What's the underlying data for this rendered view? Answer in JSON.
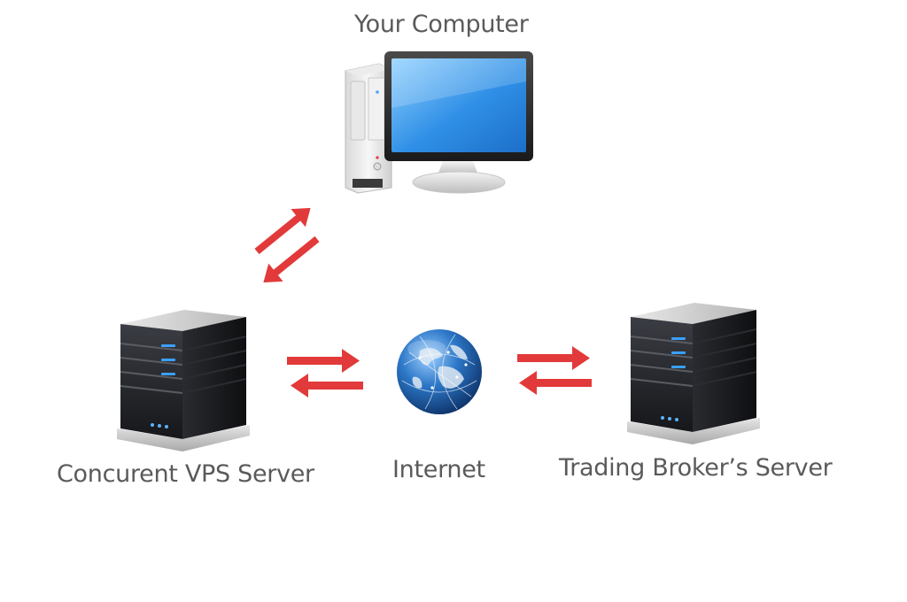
{
  "nodes": {
    "computer": {
      "label": "Your Computer"
    },
    "vps": {
      "label": "Concurent VPS Server"
    },
    "internet": {
      "label": "Internet"
    },
    "broker": {
      "label": "Trading Broker’s Server"
    }
  },
  "colors": {
    "arrow": "#e23a3a",
    "label_text": "#5a5a5a",
    "server_body": "#1f2024",
    "server_led": "#3aa0ff",
    "screen_blue": "#2f8fe6",
    "globe_blue": "#1e5fa8"
  },
  "connections": [
    {
      "from": "computer",
      "to": "vps",
      "direction": "bidirectional"
    },
    {
      "from": "vps",
      "to": "internet",
      "direction": "bidirectional"
    },
    {
      "from": "internet",
      "to": "broker",
      "direction": "bidirectional"
    }
  ]
}
